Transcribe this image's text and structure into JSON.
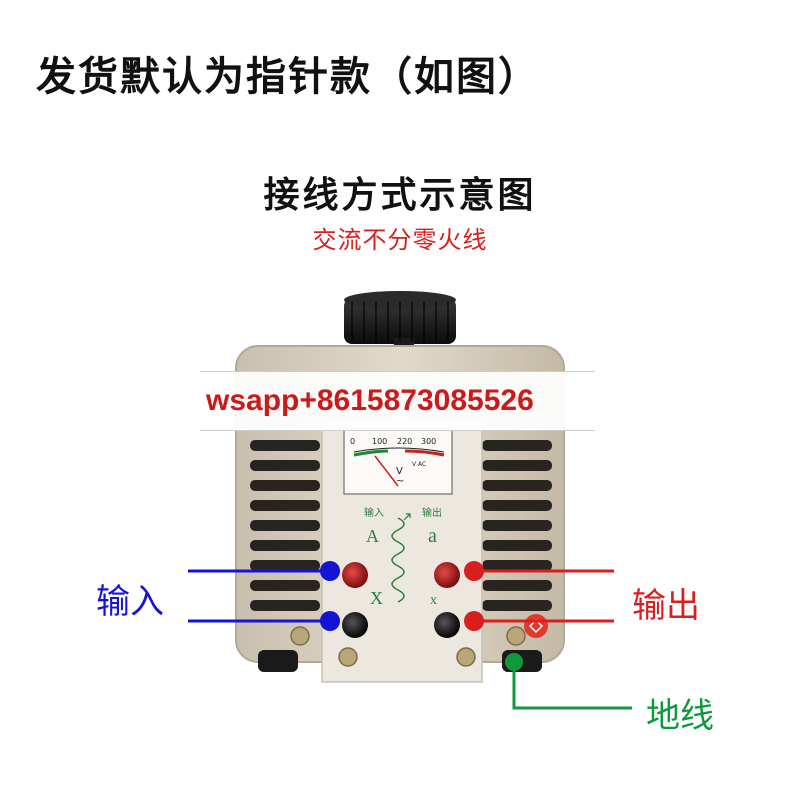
{
  "header": {
    "text": "发货默认为指针款（如图）"
  },
  "diagram": {
    "title": "接线方式示意图",
    "subtitle": "交流不分零火线"
  },
  "meter": {
    "scale_labels": [
      "0",
      "100",
      "220",
      "300"
    ],
    "unit": "V",
    "unit_small": "V AC",
    "tilde": "~"
  },
  "panel": {
    "input_text": "输入",
    "output_text": "输出",
    "input_terminal": "A",
    "output_terminal": "a",
    "input_common": "X",
    "output_common": "x"
  },
  "watermark": {
    "text": "wsapp+8615873085526"
  },
  "labels": {
    "input": "输入",
    "output": "输出",
    "ground": "地线"
  },
  "colors": {
    "input_wire": "#1414d6",
    "output_wire": "#d81e1e",
    "ground_wire": "#0e9a3c",
    "housing": "#d9cfbd",
    "front_panel": "#ece8e0"
  }
}
